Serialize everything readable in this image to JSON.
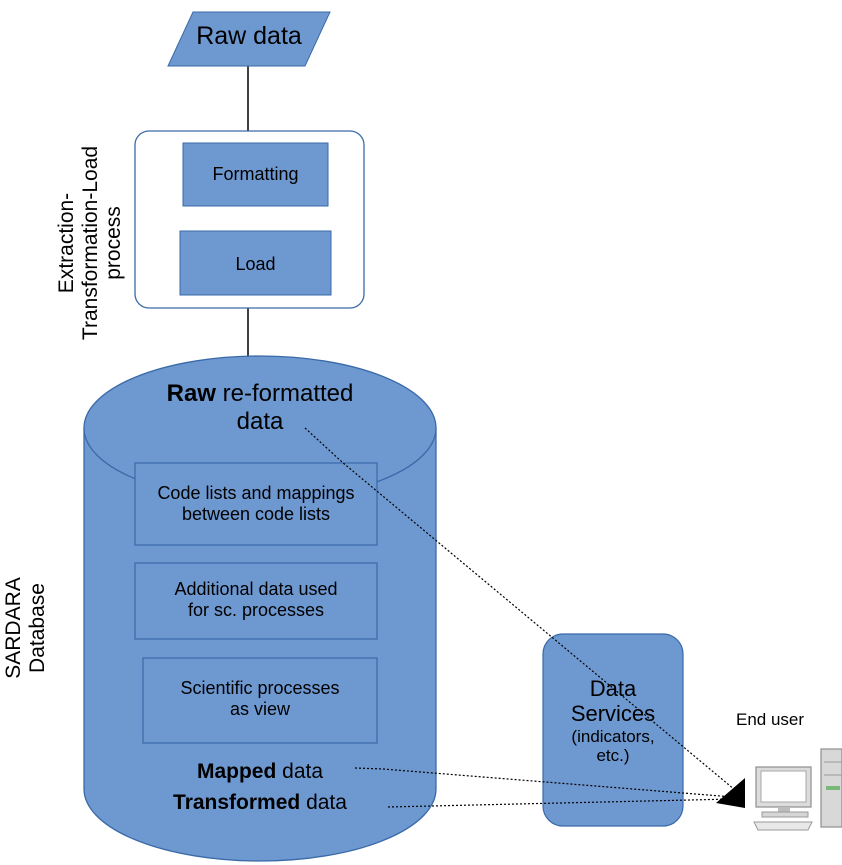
{
  "colors": {
    "fill": "#6e98d0",
    "stroke": "#3a6aa8",
    "white": "#ffffff",
    "text": "#000000"
  },
  "raw_data": {
    "label": "Raw data"
  },
  "etl": {
    "side_label": [
      "Extraction-",
      "Transformation-Load",
      "process"
    ],
    "formatting": "Formatting",
    "load": "Load"
  },
  "database": {
    "side_label": [
      "SARDARA",
      "Database"
    ],
    "top_bold": "Raw",
    "top_rest": " re-formatted",
    "top_line2": "data",
    "box1": [
      "Code lists and mappings",
      "between code lists"
    ],
    "box2": [
      "Additional data used",
      "for sc. processes"
    ],
    "box3": [
      "Scientific processes",
      "as view"
    ],
    "mapped_bold": "Mapped",
    "mapped_rest": " data",
    "transformed_bold": "Transformed",
    "transformed_rest": " data"
  },
  "data_services": {
    "line1": "Data",
    "line2": "Services",
    "line3": "(indicators,",
    "line4": "etc.)"
  },
  "end_user": {
    "label": "End user",
    "icon": "computer-icon"
  }
}
